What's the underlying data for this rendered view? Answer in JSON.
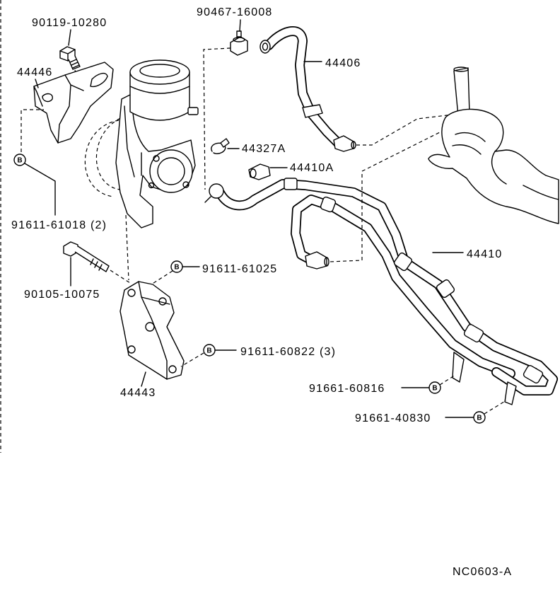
{
  "parts": {
    "bolt_top": "90119-10280",
    "fitting_top": "90467-16008",
    "bracket_upper": "44446",
    "return_hose": "44406",
    "clamp": "44327A",
    "union_fitting": "44410A",
    "bolt_b_left": "91611-61018 (2)",
    "bolt_long": "90105-10075",
    "bolt_b_mid": "91611-61025",
    "pressure_tube": "44410",
    "bolt_b_lower": "91611-60822 (3)",
    "bracket_lower": "44443",
    "bolt_b_right_1": "91661-60816",
    "bolt_b_right_2": "91661-40830"
  },
  "marker_letter": "B",
  "drawing_code": "NC0603-A"
}
